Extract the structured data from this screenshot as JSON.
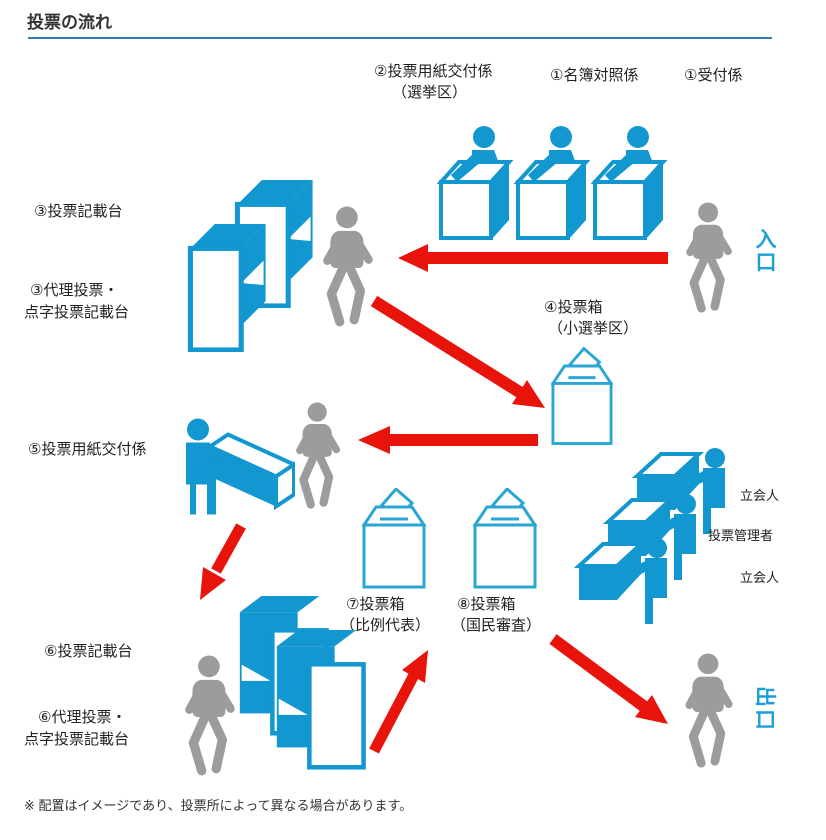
{
  "header": {
    "title": "投票の流れ"
  },
  "colors": {
    "figure_blue": "#1397d0",
    "box_outline_cyan": "#2aa6d5",
    "arrow_red": "#e8140c",
    "person_gray": "#9c9c9c",
    "title_underline": "#2b7cb3",
    "text": "#222222"
  },
  "stations": {
    "ballot_issuing_district": {
      "line1": "②投票用紙交付係",
      "line2": "（選挙区）"
    },
    "registry_check": "①名簿対照係",
    "reception": "①受付係",
    "booth_write_3": "③投票記載台",
    "booth_proxy_braille_3": {
      "line1": "③代理投票・",
      "line2": "点字投票記載台"
    },
    "ballot_box_4": {
      "line1": "④投票箱",
      "line2": "（小選挙区）"
    },
    "ballot_issuing_5": "⑤投票用紙交付係",
    "observer_top": "立会人",
    "manager": "投票管理者",
    "observer_bottom": "立会人",
    "booth_write_6": "⑥投票記載台",
    "booth_proxy_braille_6": {
      "line1": "⑥代理投票・",
      "line2": "点字投票記載台"
    },
    "ballot_box_7": {
      "line1": "⑦投票箱",
      "line2": "（比例代表）"
    },
    "ballot_box_8": {
      "line1": "⑧投票箱",
      "line2": "（国民審査）"
    },
    "entrance": "入口",
    "exit": "出口"
  },
  "footnote": "※ 配置はイメージであり、投票所によって異なる場合があります。"
}
